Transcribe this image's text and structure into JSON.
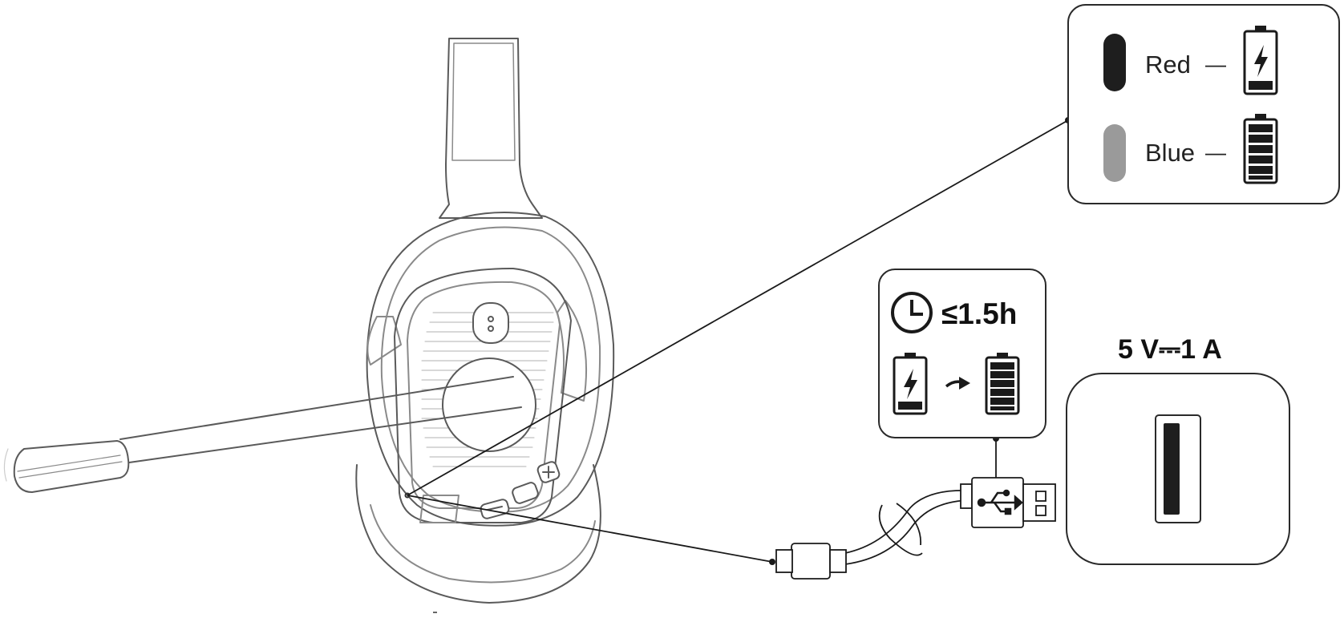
{
  "led_legend": {
    "items": [
      {
        "label": "Red",
        "led_color": "#1e1e1e",
        "battery": "charging"
      },
      {
        "label": "Blue",
        "led_color": "#9a9a9a",
        "battery": "full"
      }
    ],
    "separator": "—"
  },
  "charge_info": {
    "time_label": "≤1.5h",
    "icons": [
      "clock-icon",
      "battery-charging-icon",
      "arrow-icon",
      "battery-full-icon"
    ]
  },
  "adapter": {
    "rating_label": "5 V⎓1 A",
    "icons": [
      "usb-port-icon"
    ]
  },
  "colors": {
    "line": "#1a1a1a",
    "outline": "#555555",
    "light_outline": "#8a8a8a"
  }
}
